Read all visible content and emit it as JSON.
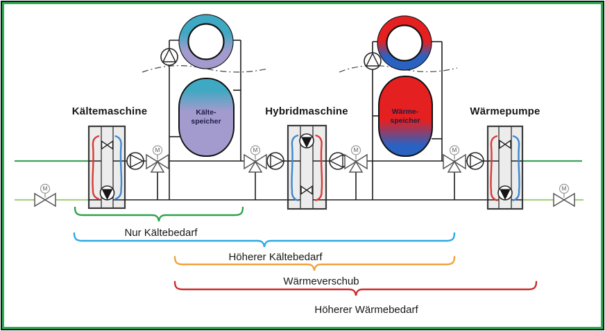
{
  "frame": {
    "border_color": "#2fae57"
  },
  "colors": {
    "cold_top": "#3fa8c2",
    "cold_bottom": "#a39bcd",
    "warm_top": "#e52020",
    "warm_bottom": "#2a62c1",
    "supply_green": "#3ea35a",
    "return_green": "#a8cf7d",
    "hot_line_red": "#d93a34",
    "cold_line_blue": "#3c87cf"
  },
  "machines": [
    {
      "label": "Kältemaschine"
    },
    {
      "label": "Hybridmaschine"
    },
    {
      "label": "Wärmepumpe"
    }
  ],
  "storages": [
    {
      "line1": "Kälte-",
      "line2": "speicher"
    },
    {
      "line1": "Wärme-",
      "line2": "speicher"
    }
  ],
  "braces": [
    {
      "label": "Nur Kältebedarf",
      "color": "#2fa24c"
    },
    {
      "label": "Höherer Kältebedarf",
      "color": "#2da9e1"
    },
    {
      "label": "Wärmeverschub",
      "color": "#f0a23c"
    },
    {
      "label": "Höherer Wärmebedarf",
      "color": "#cd2a2a"
    }
  ],
  "symbols": {
    "motor": "M"
  }
}
